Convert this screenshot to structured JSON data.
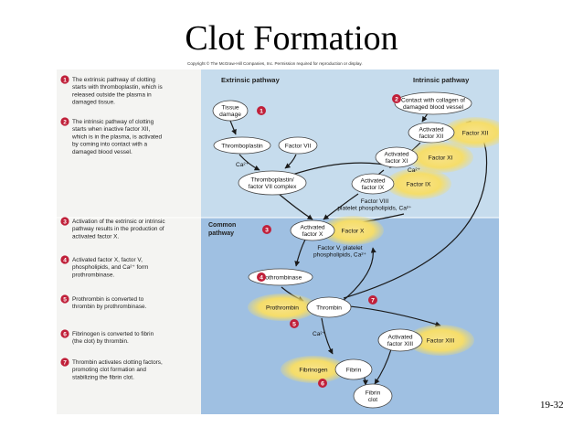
{
  "slide": {
    "title": "Clot Formation",
    "copyright": "Copyright © The McGraw-Hill Companies, Inc. Permission required for reproduction or display.",
    "slide_number": "19-32"
  },
  "colors": {
    "panel_blue": "#c6dced",
    "common_blue": "#9fc0e2",
    "factor_yellow": "#f5dd6a",
    "step_badge": "#c0203a",
    "bubble_fill": "#ffffff",
    "bubble_stroke": "#444444",
    "arrow": "#1a1a1a"
  },
  "legend": {
    "steps": [
      {
        "num": "1",
        "lines": [
          "The extrinsic pathway of clotting",
          "starts with thromboplastin, which is",
          "released outside the plasma in",
          "damaged tissue."
        ]
      },
      {
        "num": "2",
        "lines": [
          "The intrinsic pathway of clotting",
          "starts when inactive factor XII,",
          "which is in the plasma, is activated",
          "by coming into contact with a",
          "damaged blood vessel."
        ]
      },
      {
        "num": "3",
        "lines": [
          "Activation of the extrinsic or intrinsic",
          "pathway results in the production of",
          "activated factor X."
        ]
      },
      {
        "num": "4",
        "lines": [
          "Activated factor X, factor V,",
          "phospholipids, and Ca²⁺ form",
          "prothrombinase."
        ]
      },
      {
        "num": "5",
        "lines": [
          "Prothrombin is converted to",
          "thrombin by prothrombinase."
        ]
      },
      {
        "num": "6",
        "lines": [
          "Fibrinogen is converted to fibrin",
          "(the clot) by thrombin."
        ]
      },
      {
        "num": "7",
        "lines": [
          "Thrombin activates clotting factors,",
          "promoting clot formation and",
          "stabilizing the fibrin clot."
        ]
      }
    ]
  },
  "diagram": {
    "region_labels": {
      "extrinsic": "Extrinsic pathway",
      "intrinsic": "Intrinsic pathway",
      "common": [
        "Common",
        "pathway"
      ]
    },
    "nodes": {
      "tissue_damage": [
        "Tissue",
        "damage"
      ],
      "thromboplastin": [
        "Thromboplastin"
      ],
      "factor_vii": [
        "Factor VII"
      ],
      "tf_complex": [
        "Thromboplastin/",
        "factor VII complex"
      ],
      "contact": [
        "Contact with collagen of",
        "damaged blood vessel"
      ],
      "act_xii": [
        "Activated",
        "factor XII"
      ],
      "factor_xii": [
        "Factor XII"
      ],
      "act_xi": [
        "Activated",
        "factor XI"
      ],
      "factor_xi": [
        "Factor XI"
      ],
      "act_ix": [
        "Activated",
        "factor IX"
      ],
      "factor_ix": [
        "Factor IX"
      ],
      "act_x": [
        "Activated",
        "factor X"
      ],
      "factor_x": [
        "Factor X"
      ],
      "prothrombinase": [
        "Prothrombinase"
      ],
      "prothrombin": [
        "Prothrombin"
      ],
      "thrombin": [
        "Thrombin"
      ],
      "act_xiii": [
        "Activated",
        "factor XIII"
      ],
      "factor_xiii": [
        "Factor XIII"
      ],
      "fibrinogen": [
        "Fibrinogen"
      ],
      "fibrin": [
        "Fibrin"
      ],
      "fibrin_clot": [
        "Fibrin",
        "clot"
      ]
    },
    "annotations": {
      "ca_extrinsic": "Ca²⁺",
      "ca_intrinsic": "Ca²⁺",
      "factor_viii": [
        "Factor VIII",
        "platelet phospholipids, Ca²⁺"
      ],
      "factor_v": [
        "Factor V, platelet",
        "phospholipids, Ca²⁺"
      ],
      "ca_fibrin": "Ca²⁺"
    },
    "badges": {
      "b1": "1",
      "b2": "2",
      "b3": "3",
      "b4": "4",
      "b5": "5",
      "b6": "6",
      "b7": "7"
    }
  }
}
